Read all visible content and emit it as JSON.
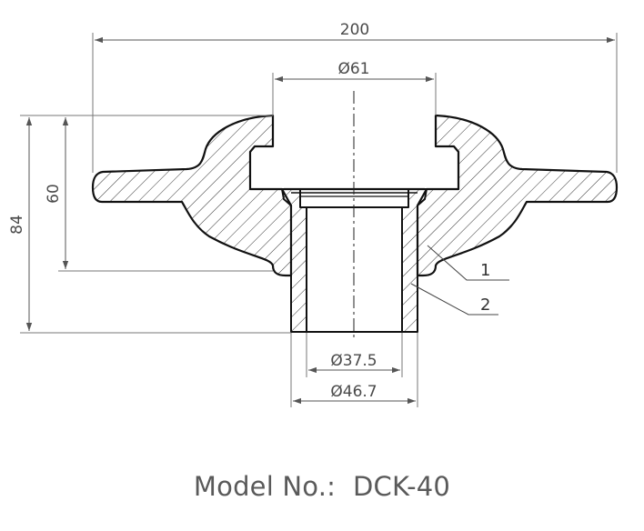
{
  "dimensions": {
    "overall_width": "200",
    "top_bore": "Ø61",
    "height_total": "84",
    "height_flange": "60",
    "inner_diameter": "Ø37.5",
    "outer_diameter": "Ø46.7"
  },
  "part_labels": {
    "part1": "1",
    "part2": "2"
  },
  "footer": {
    "model_label": "Model No.:",
    "model_value": "DCK-40"
  }
}
